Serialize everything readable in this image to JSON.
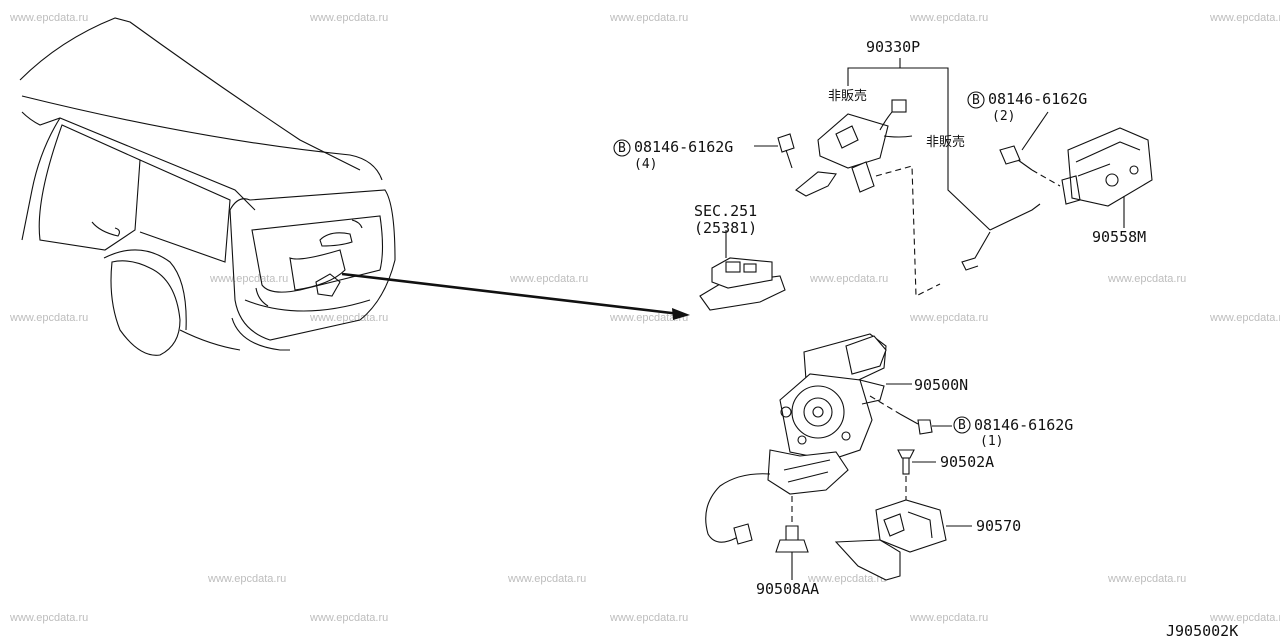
{
  "watermark_text": "www.epcdata.ru",
  "diagram_code": "J905002K",
  "labels": {
    "p90330P": "90330P",
    "not_for_sale_1": "非販売",
    "not_for_sale_2": "非販売",
    "bolt_b": "B",
    "bolt_top_right": "08146-6162G",
    "bolt_top_right_qty": "(2)",
    "bolt_top_left": "08146-6162G",
    "bolt_top_left_qty": "(4)",
    "sec": "SEC.251",
    "sec_sub": "(25381)",
    "p90558M": "90558M",
    "p90500N": "90500N",
    "bolt_mid": "08146-6162G",
    "bolt_mid_qty": "(1)",
    "p90502A": "90502A",
    "p90570": "90570",
    "p90508AA": "90508AA"
  }
}
